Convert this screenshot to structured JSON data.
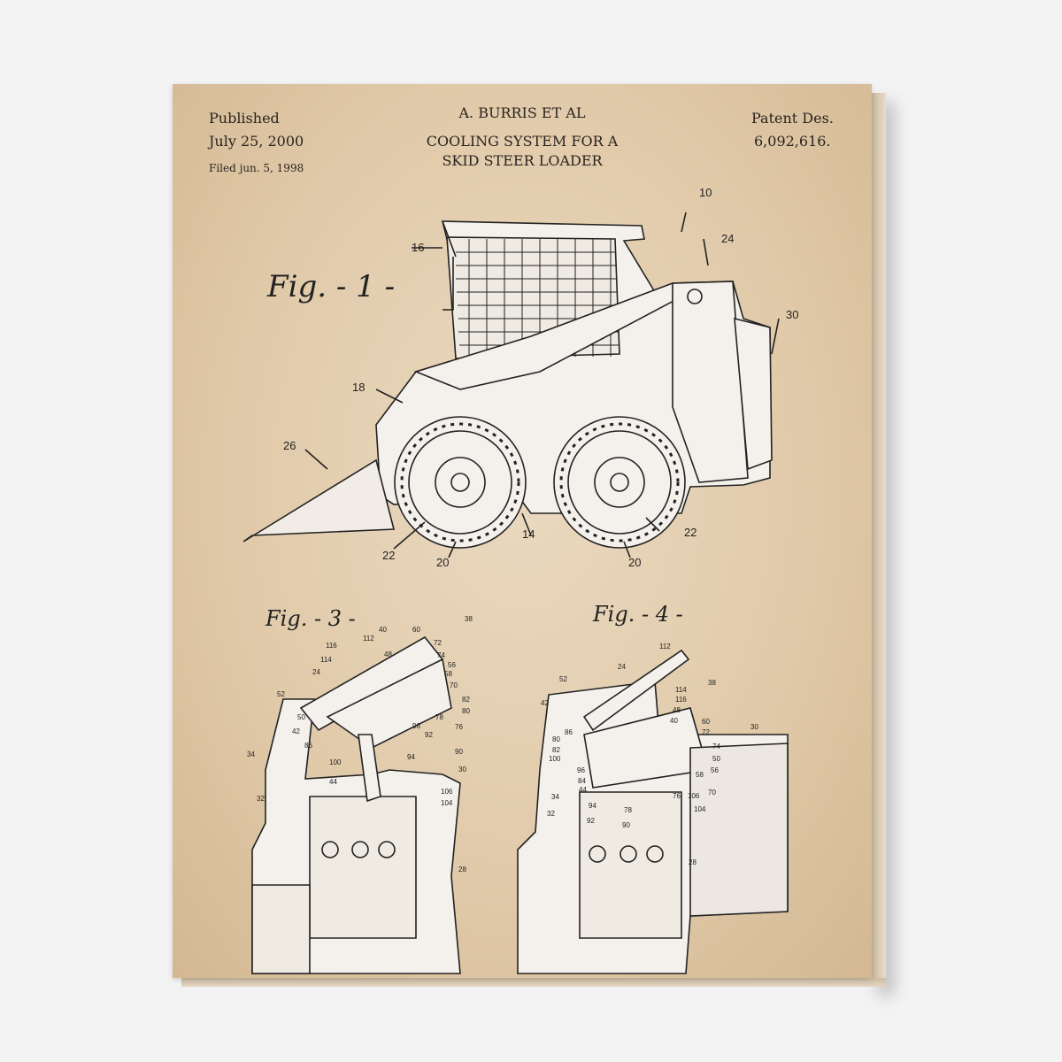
{
  "header": {
    "published_label": "Published",
    "published_date": "July 25, 2000",
    "filed": "Filed jun. 5, 1998",
    "inventor": "A. BURRIS ET AL",
    "title_line1": "COOLING SYSTEM FOR A",
    "title_line2": "SKID STEER LOADER",
    "patent_label": "Patent Des.",
    "patent_number": "6,092,616."
  },
  "figures": {
    "fig1": {
      "title": "Fig. - 1 -",
      "labels": [
        "10",
        "16",
        "24",
        "30",
        "18",
        "26",
        "22",
        "14",
        "22",
        "20",
        "20"
      ]
    },
    "fig3": {
      "title": "Fig. - 3 -",
      "labels": [
        "38",
        "40",
        "60",
        "112",
        "72",
        "116",
        "48",
        "74",
        "114",
        "56",
        "24",
        "58",
        "70",
        "52",
        "82",
        "80",
        "50",
        "78",
        "42",
        "96",
        "76",
        "86",
        "92",
        "90",
        "100",
        "94",
        "34",
        "44",
        "30",
        "106",
        "104",
        "32",
        "28"
      ]
    },
    "fig4": {
      "title": "Fig. - 4 -",
      "labels": [
        "112",
        "38",
        "24",
        "52",
        "114",
        "116",
        "42",
        "48",
        "40",
        "60",
        "30",
        "72",
        "80",
        "86",
        "74",
        "82",
        "100",
        "50",
        "56",
        "96",
        "84",
        "58",
        "44",
        "70",
        "34",
        "76",
        "106",
        "94",
        "78",
        "104",
        "32",
        "92",
        "90",
        "28"
      ]
    }
  },
  "colors": {
    "paper": "#e0c9a8",
    "ink": "#222222",
    "fill": "#f4f1ec"
  }
}
